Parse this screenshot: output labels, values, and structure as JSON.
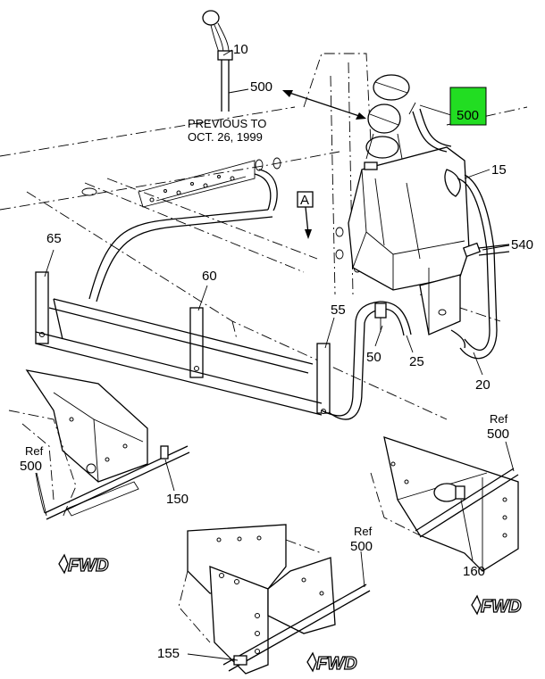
{
  "callouts": {
    "c10": "10",
    "c500_top": "500",
    "c500_highlight": "500",
    "c15": "15",
    "c540": "540",
    "c65": "65",
    "c60": "60",
    "c55": "55",
    "c50": "50",
    "c25": "25",
    "c20": "20",
    "c150": "150",
    "c160": "160",
    "c155": "155",
    "ref_left_word": "Ref",
    "ref_left_num": "500",
    "ref_right_word": "Ref",
    "ref_right_num": "500",
    "ref_bottom_word": "Ref",
    "ref_bottom_num": "500"
  },
  "note": {
    "line1": "PREVIOUS TO",
    "line2": "OCT. 26, 1999"
  },
  "view_marker": "A",
  "fwd_labels": {
    "left": "FWD",
    "right": "FWD",
    "bottom": "FWD"
  },
  "colors": {
    "highlight_fill": "#22dd22",
    "highlight_border": "#000000",
    "line": "#000000",
    "background": "#ffffff"
  }
}
